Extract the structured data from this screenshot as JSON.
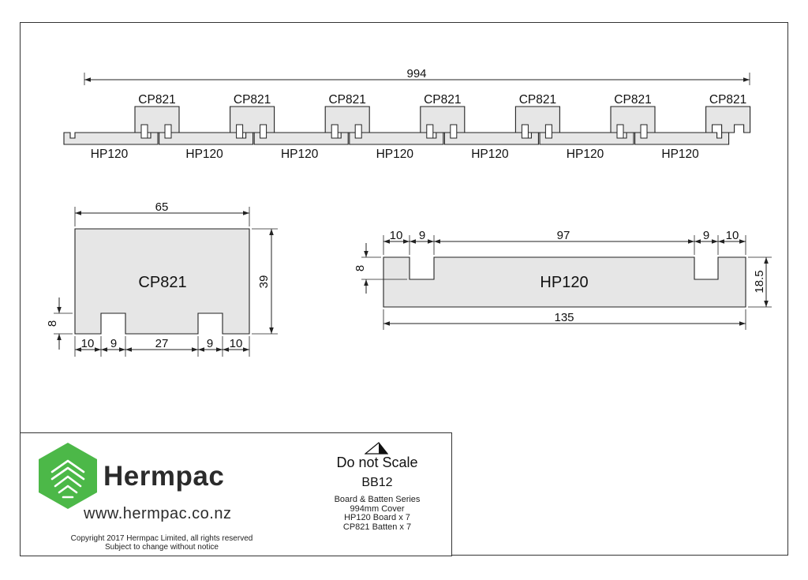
{
  "drawing": {
    "overall_width": "994",
    "assembly": {
      "batten_label": "CP821",
      "board_label": "HP120",
      "batten_count": 7,
      "board_count": 7
    },
    "cp821": {
      "name": "CP821",
      "width": "65",
      "height": "39",
      "slot_depth": "8",
      "bottom_dims": [
        "10",
        "9",
        "27",
        "9",
        "10"
      ]
    },
    "hp120": {
      "name": "HP120",
      "top_dims": [
        "10",
        "9",
        "97",
        "9",
        "10"
      ],
      "slot_depth": "8",
      "height": "18.5",
      "width": "135"
    }
  },
  "title_block": {
    "brand": "Hermpac",
    "website": "www.hermpac.co.nz",
    "copyright_line1": "Copyright 2017 Hermpac Limited, all rights reserved",
    "copyright_line2": "Subject to change without notice",
    "scale_note": "Do not Scale",
    "drawing_code": "BB12",
    "description": [
      "Board & Batten Series",
      "994mm Cover",
      "HP120 Board x 7",
      "CP821 Batten x 7"
    ],
    "logo_color": "#4cb848"
  }
}
